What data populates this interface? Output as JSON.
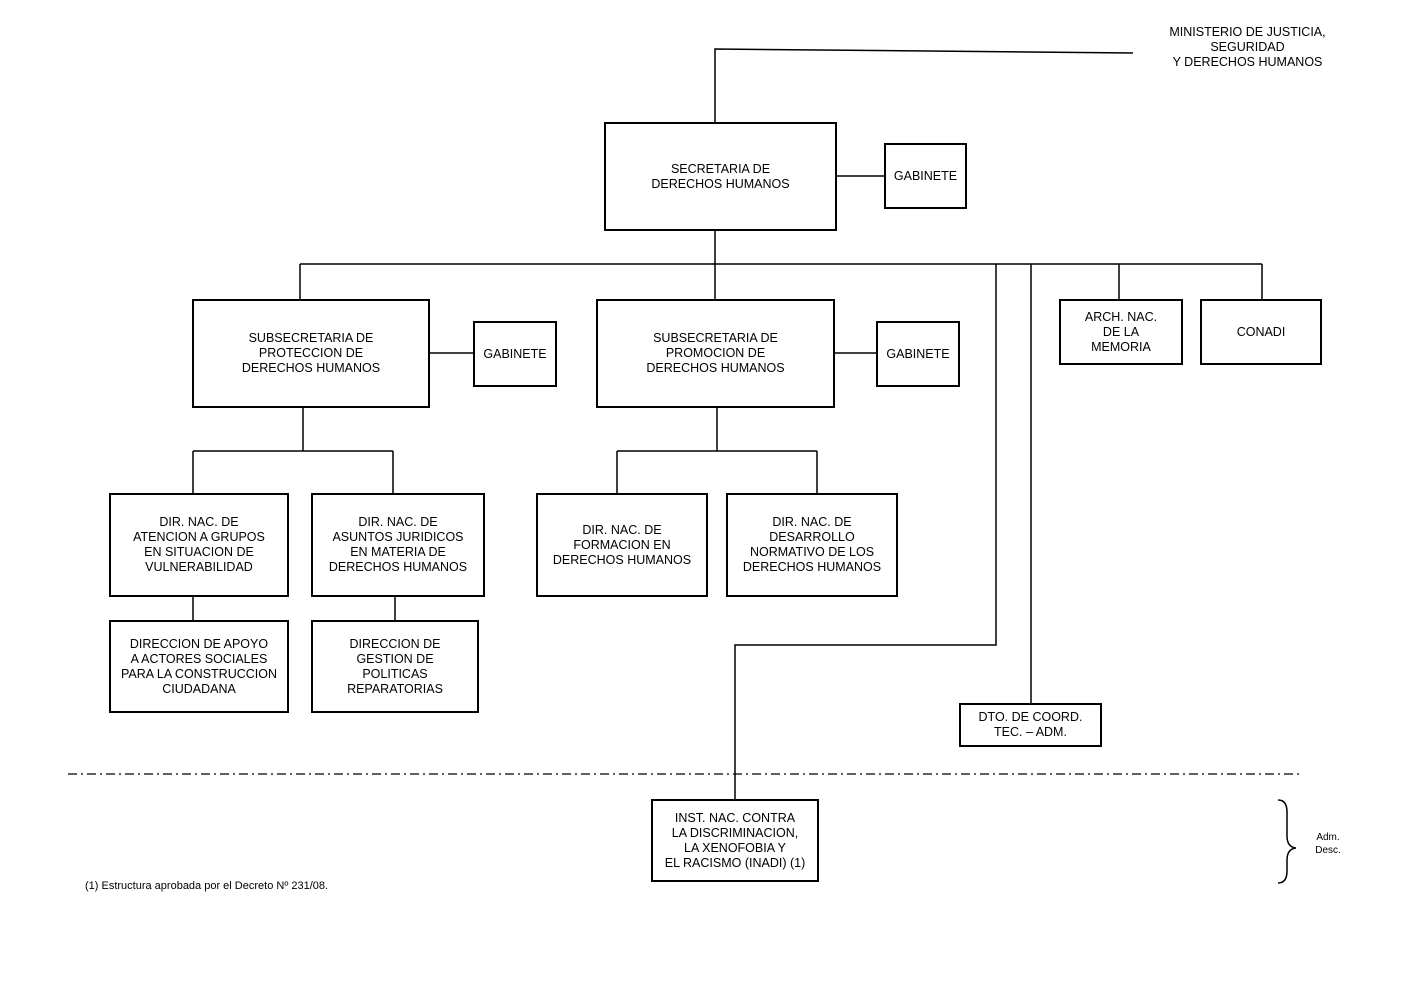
{
  "ministry": "MINISTERIO DE JUSTICIA,\nSEGURIDAD\nY DERECHOS HUMANOS",
  "units": {
    "secretaria": "SECRETARIA DE\nDERECHOS HUMANOS",
    "gabinete_secretaria": "GABINETE",
    "subsec_proteccion": "SUBSECRETARIA DE\nPROTECCION DE\nDERECHOS HUMANOS",
    "gabinete_proteccion": "GABINETE",
    "subsec_promocion": "SUBSECRETARIA DE\nPROMOCION DE\nDERECHOS HUMANOS",
    "gabinete_promocion": "GABINETE",
    "arch_memoria": "ARCH. NAC.\nDE LA\nMEMORIA",
    "conadi": "CONADI",
    "dir_atencion": "DIR. NAC. DE\nATENCION A GRUPOS\nEN SITUACION DE\nVULNERABILIDAD",
    "dir_asuntos": "DIR. NAC. DE\nASUNTOS JURIDICOS\nEN MATERIA DE\nDERECHOS HUMANOS",
    "dir_formacion": "DIR. NAC. DE\nFORMACION EN\nDERECHOS HUMANOS",
    "dir_desarrollo": "DIR. NAC. DE\nDESARROLLO\nNORMATIVO DE LOS\nDERECHOS HUMANOS",
    "dir_apoyo": "DIRECCION DE APOYO\nA ACTORES SOCIALES\nPARA LA CONSTRUCCION\nCIUDADANA",
    "dir_gestion": "DIRECCION DE\nGESTION DE\nPOLITICAS\nREPARATORIAS",
    "dto_coord": "DTO. DE COORD.\nTEC. – ADM.",
    "inadi": "INST. NAC. CONTRA\nLA DISCRIMINACION,\nLA XENOFOBIA Y\nEL RACISMO (INADI) (1)"
  },
  "bracket_label": "Adm.\nDesc.",
  "footnote": "(1) Estructura aprobada por el Decreto Nº 231/08."
}
